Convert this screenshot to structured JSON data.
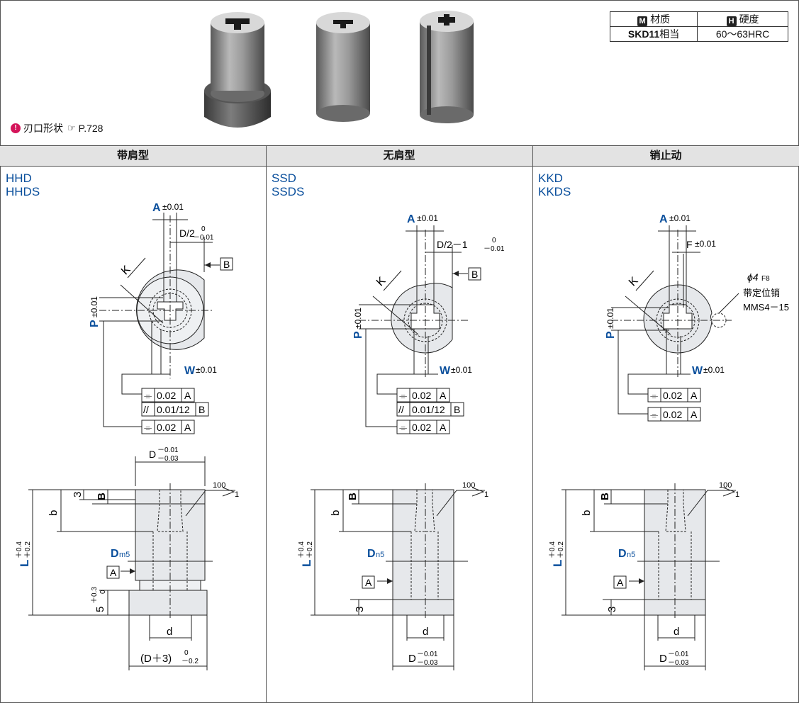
{
  "spec_table": {
    "material_header": "材质",
    "material_badge": "M",
    "hardness_header": "硬度",
    "hardness_badge": "H",
    "material_value_strong": "SKD11",
    "material_value_suffix": "相当",
    "hardness_value": "60～63HRC"
  },
  "note": {
    "label": "刃口形状",
    "page_ref": "P.728"
  },
  "columns": [
    {
      "title": "带肩型",
      "codes": [
        "HHD",
        "HHDS"
      ]
    },
    {
      "title": "无肩型",
      "codes": [
        "SSD",
        "SSDS"
      ]
    },
    {
      "title": "销止动",
      "codes": [
        "KKD",
        "KKDS"
      ]
    }
  ],
  "labels": {
    "A": "A",
    "tol_001": "±0.01",
    "W": "W",
    "P": "P",
    "K": "K",
    "B_box": "B",
    "A_box": "A",
    "D_half_hhd": "D/2",
    "D_half_ssd": "D/2－1",
    "tol_0": "0",
    "tol_m001": "－0.01",
    "F": "F",
    "pin_dia": "ϕ4",
    "pin_fit": "F8",
    "pin_note1": "带定位销",
    "pin_note2": "MMS4－15",
    "gdt_sym": "⌯",
    "par_sym": "//",
    "gdt_002": "0.02",
    "gdt_001_12": "0.01/12",
    "D": "D",
    "tol_m001b": "－0.01",
    "tol_m003": "－0.03",
    "d": "d",
    "b": "b",
    "B": "B",
    "three": "3",
    "L": "L",
    "L_tol_up": "＋0.4",
    "L_tol_dn": "＋0.2",
    "taper_100": "100",
    "taper_1": "1",
    "Dm5": "D",
    "m5": "m5",
    "n5": "n5",
    "five": "5",
    "five_up": "＋0.3",
    "five_dn": "0",
    "D3": "(D＋3)",
    "D3_dn": "－0.2"
  }
}
